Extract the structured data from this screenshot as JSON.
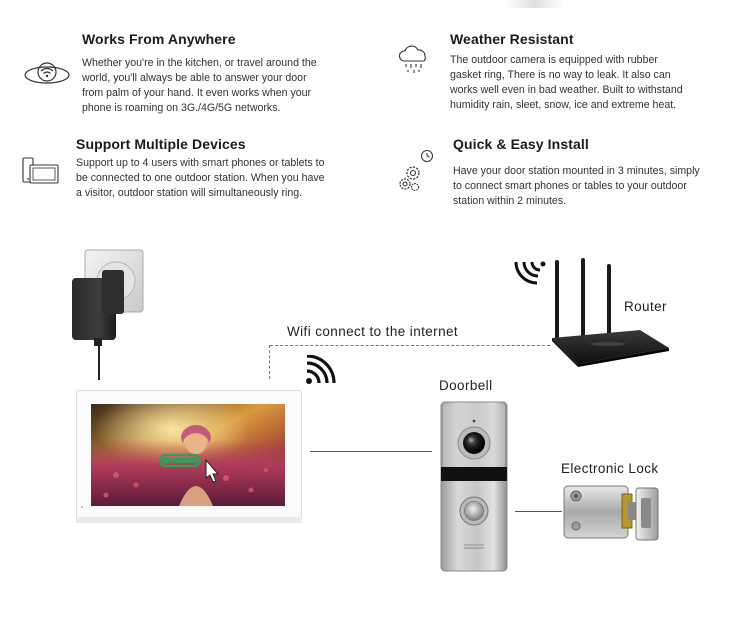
{
  "features": [
    {
      "title": "Works From Anywhere",
      "lines": [
        "Whether you're in the kitchen, or travel around the",
        "world, you'll always be able to answer your door",
        "from palm of your hand. It even works when your",
        "phone is roaming on 3G./4G/5G networks."
      ],
      "icon": "globe-wifi-icon"
    },
    {
      "title": "Weather Resistant",
      "lines": [
        "The outdoor camera is equipped with rubber",
        "gasket ring, There is no way to leak. It also can",
        "works well even in bad weather. Built to withstand",
        "humidity rain, sleet, snow, ice and extreme heat."
      ],
      "icon": "rain-cloud-icon"
    },
    {
      "title": "Support Multiple Devices",
      "lines": [
        "Support up to 4 users with smart phones or tablets to",
        "be connected to one outdoor station. When you have",
        "a visitor, outdoor station will simultaneously ring."
      ],
      "icon": "devices-icon"
    },
    {
      "title": "Quick & Easy Install",
      "lines": [
        "Have your door station mounted in 3 minutes, simply",
        "to connect smart phones or tables to your outdoor",
        "station within 2 minutes."
      ],
      "icon": "gears-clock-icon"
    }
  ],
  "diagram": {
    "wifi_label": "Wifi connect to the internet",
    "router_label": "Router",
    "doorbell_label": "Doorbell",
    "lock_label": "Electronic Lock"
  },
  "colors": {
    "accent_green": "#2aa35a",
    "router_black": "#1a1a1a",
    "panel_silver": "#c8c8c8",
    "lock_gold": "#b8962e"
  }
}
